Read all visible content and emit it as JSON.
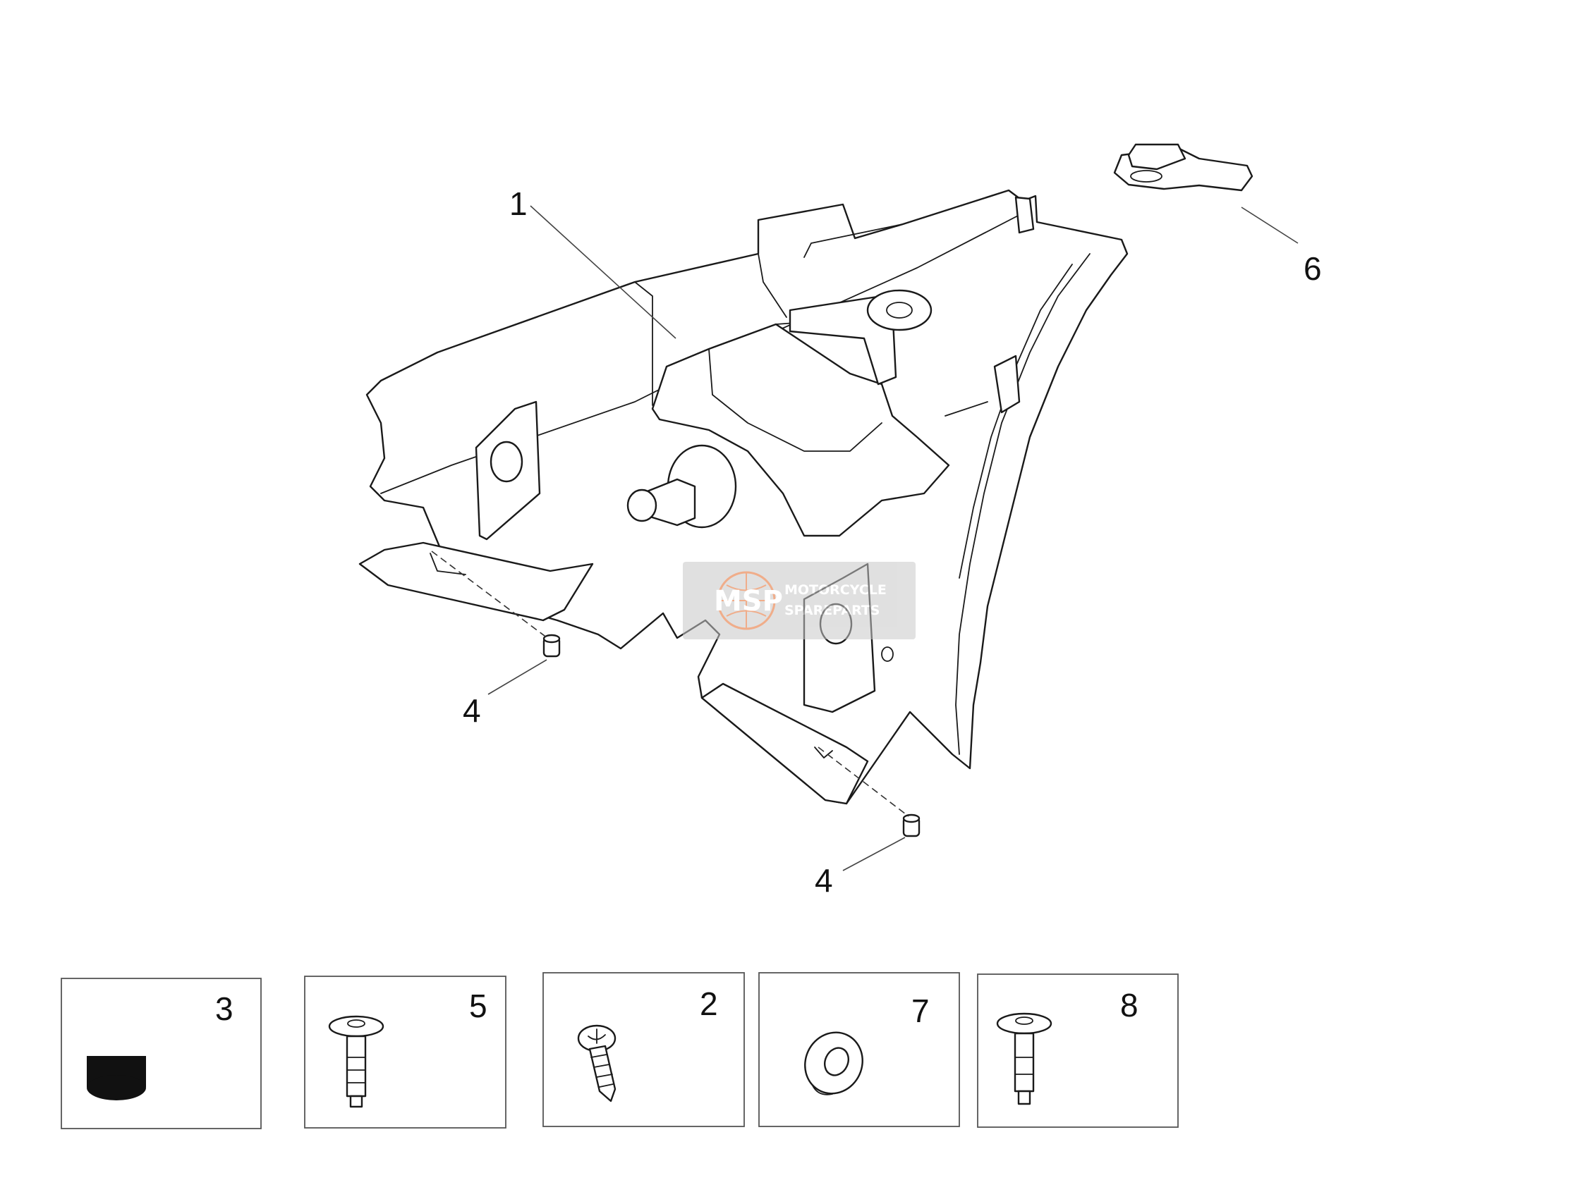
{
  "callouts": {
    "main_panel": "1",
    "clip": "6",
    "spacer_left": "4",
    "spacer_right": "4"
  },
  "kit_boxes": [
    {
      "number": "3",
      "icon": "rubber-grommet-icon"
    },
    {
      "number": "5",
      "icon": "flange-screw-icon"
    },
    {
      "number": "2",
      "icon": "self-tapping-screw-icon"
    },
    {
      "number": "7",
      "icon": "washer-icon"
    },
    {
      "number": "8",
      "icon": "flange-screw-icon"
    }
  ],
  "watermark": {
    "logo": "MSP",
    "line1": "MOTORCYCLE",
    "line2": "SPAREPARTS",
    "color": "#e46b2c"
  }
}
